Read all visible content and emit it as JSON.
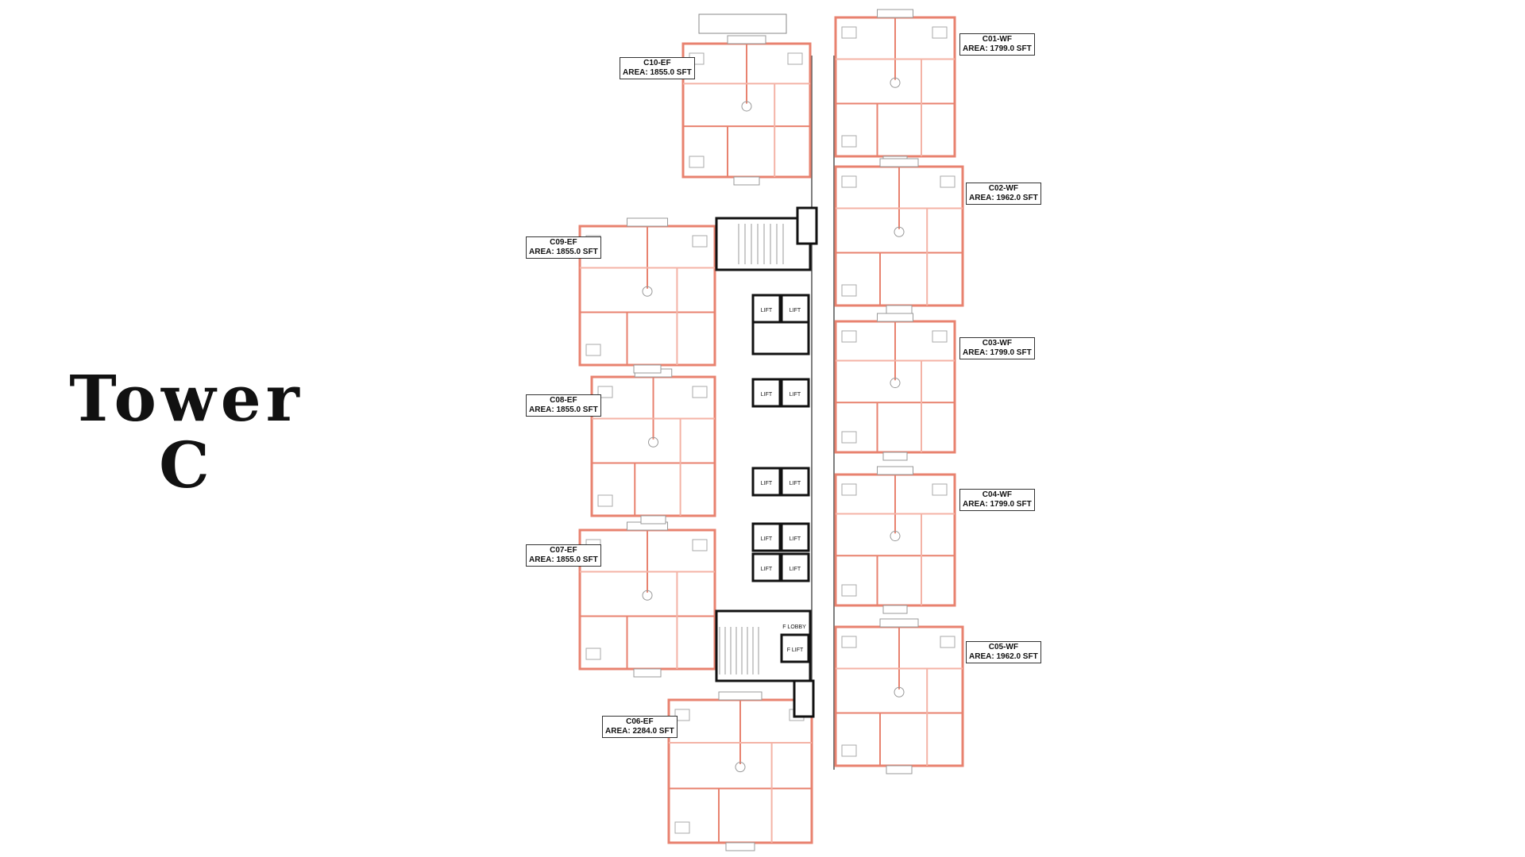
{
  "title": {
    "line1": "Tower",
    "line2": "C"
  },
  "colors": {
    "wall": "#e8826f",
    "wall_light": "#f4b3a6",
    "core": "#111111",
    "line": "#555555"
  },
  "core_labels": {
    "lift": "LIFT",
    "f_lobby": "F LOBBY",
    "f_lift": "F LIFT"
  },
  "units": [
    {
      "id": "C01-WF",
      "area": "AREA: 1799.0 SFT"
    },
    {
      "id": "C02-WF",
      "area": "AREA: 1962.0 SFT"
    },
    {
      "id": "C03-WF",
      "area": "AREA: 1799.0 SFT"
    },
    {
      "id": "C04-WF",
      "area": "AREA: 1799.0 SFT"
    },
    {
      "id": "C05-WF",
      "area": "AREA: 1962.0 SFT"
    },
    {
      "id": "C06-EF",
      "area": "AREA: 2284.0 SFT"
    },
    {
      "id": "C07-EF",
      "area": "AREA: 1855.0 SFT"
    },
    {
      "id": "C08-EF",
      "area": "AREA: 1855.0 SFT"
    },
    {
      "id": "C09-EF",
      "area": "AREA: 1855.0 SFT"
    },
    {
      "id": "C10-EF",
      "area": "AREA: 1855.0 SFT"
    }
  ]
}
